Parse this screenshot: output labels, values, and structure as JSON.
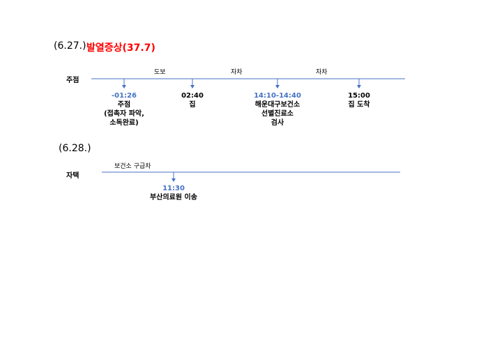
{
  "colors": {
    "line": "#4472C4",
    "time": "#4472C4",
    "alert": "#FF0000",
    "text": "#000000"
  },
  "section1": {
    "date": "(6.27.)",
    "alert": "발열증상(37.7)",
    "start_label": "주점",
    "modes": [
      "도보",
      "자차",
      "자차"
    ],
    "events": [
      {
        "time": "-01:26",
        "time_colored": true,
        "lines": [
          "주점",
          "(접촉자 파악,",
          "소독완료)"
        ]
      },
      {
        "time": "02:40",
        "time_colored": false,
        "lines": [
          "집"
        ]
      },
      {
        "time": "14:10-14:40",
        "time_colored": true,
        "lines": [
          "해운대구보건소",
          "선별진료소",
          "검사"
        ]
      },
      {
        "time": "15:00",
        "time_colored": false,
        "lines": [
          "집 도착"
        ]
      }
    ]
  },
  "section2": {
    "date": "(6.28.)",
    "start_label": "자택",
    "modes": [
      "보건소 구급차"
    ],
    "events": [
      {
        "time": "11:30",
        "time_colored": true,
        "lines": [
          "부산의료원 이송"
        ]
      }
    ]
  }
}
